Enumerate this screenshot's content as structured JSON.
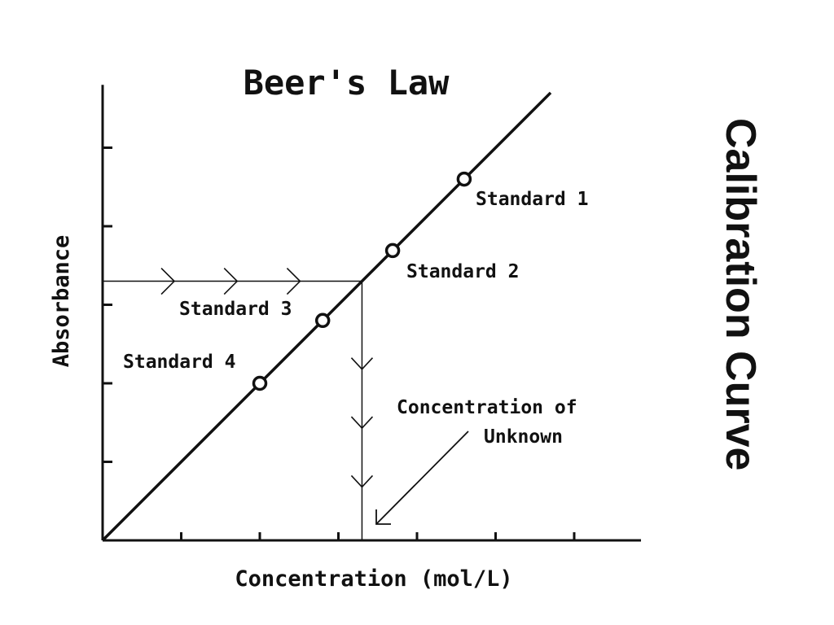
{
  "slide_title": "Calibration Curve",
  "colors": {
    "ink": "#111111",
    "background": "#ffffff"
  },
  "chart_data": {
    "type": "line",
    "title": "Beer's Law",
    "xlabel": "Concentration (mol/L)",
    "ylabel": "Absorbance",
    "xlim": [
      0,
      6.85
    ],
    "ylim": [
      0,
      5.8
    ],
    "x_ticks": [
      1,
      2,
      3,
      4,
      5,
      6
    ],
    "y_ticks": [
      1,
      2,
      3,
      4,
      5
    ],
    "grid": false,
    "legend": "none",
    "line": {
      "x": [
        0,
        5.7
      ],
      "y": [
        0,
        5.7
      ]
    },
    "points": [
      {
        "name": "Standard 1",
        "x": 4.6,
        "y": 4.6
      },
      {
        "name": "Standard 2",
        "x": 3.69,
        "y": 3.69
      },
      {
        "name": "Standard 3",
        "x": 2.8,
        "y": 2.8
      },
      {
        "name": "Standard 4",
        "x": 2.0,
        "y": 2.0
      }
    ],
    "unknown": {
      "x": 3.3,
      "y": 3.3
    },
    "annotation": {
      "line1": "Concentration of",
      "line2": "Unknown"
    }
  }
}
